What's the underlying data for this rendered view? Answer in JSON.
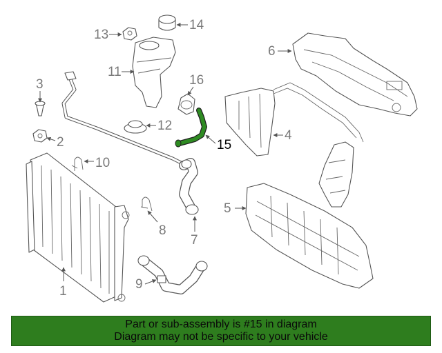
{
  "diagram": {
    "callouts": [
      "1",
      "2",
      "3",
      "4",
      "5",
      "6",
      "7",
      "8",
      "9",
      "10",
      "11",
      "12",
      "13",
      "14",
      "15",
      "16"
    ],
    "highlighted_part": "15",
    "highlight_color": "#2e8b22"
  },
  "banner": {
    "line1": "Part or sub-assembly is #15 in diagram",
    "line2": "Diagram may not be specific to your vehicle",
    "background_color": "#2e7d1e"
  }
}
